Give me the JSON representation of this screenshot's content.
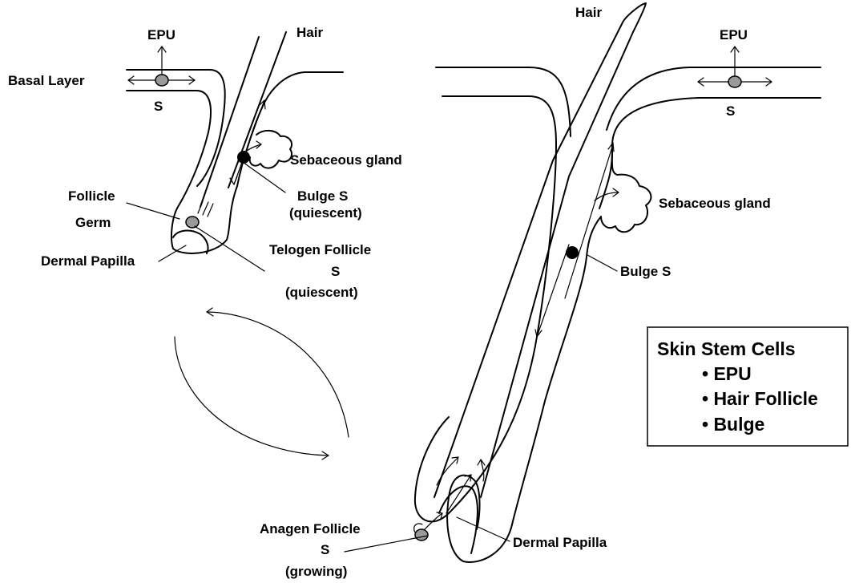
{
  "telogen": {
    "epu": "EPU",
    "hair": "Hair",
    "basal_layer": "Basal Layer",
    "s": "S",
    "sebaceous": "Sebaceous gland",
    "bulge_line1": "Bulge S",
    "bulge_line2": "(quiescent)",
    "germ_line1": "Follicle",
    "germ_line2": "Germ",
    "dermal_papilla": "Dermal Papilla",
    "follicle_line1": "Telogen Follicle",
    "follicle_line2": "S",
    "follicle_line3": "(quiescent)"
  },
  "anagen": {
    "hair": "Hair",
    "epu": "EPU",
    "s": "S",
    "sebaceous": "Sebaceous gland",
    "bulge": "Bulge S",
    "follicle_line1": "Anagen Follicle",
    "follicle_line2": "S",
    "follicle_line3": "(growing)",
    "dermal_papilla": "Dermal Papilla"
  },
  "legend_box": {
    "title": "Skin Stem Cells",
    "items": [
      "• EPU",
      "• Hair Follicle",
      "• Bulge"
    ]
  },
  "colors": {
    "stem_cell_gray": "#9a9a9a",
    "bulge_cell": "#000000",
    "line": "#000000"
  }
}
